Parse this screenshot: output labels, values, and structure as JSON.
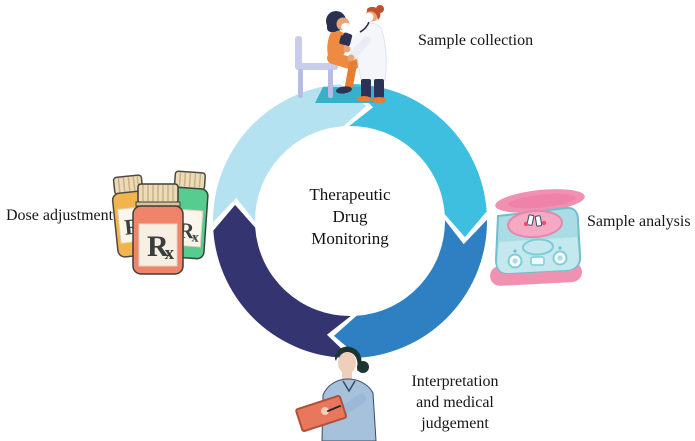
{
  "diagram": {
    "background_color": "#ffffff",
    "text_color": "#1b1b1b",
    "center_title": {
      "lines": [
        "Therapeutic",
        "Drug",
        "Monitoring"
      ]
    },
    "cycle": {
      "direction": "clockwise",
      "segments": [
        {
          "step": "sample-collection",
          "color": "#3ebfdf"
        },
        {
          "step": "sample-analysis",
          "color": "#2e80c2"
        },
        {
          "step": "interpretation-and-medical-judgement",
          "color": "#333470"
        },
        {
          "step": "dose-adjustment",
          "color": "#b4e2f1"
        }
      ]
    },
    "steps": [
      {
        "id": "sample-collection",
        "label": "Sample collection",
        "icon": "doctor-sampling-patient-illustration"
      },
      {
        "id": "sample-analysis",
        "label": "Sample analysis",
        "icon": "centrifuge-illustration"
      },
      {
        "id": "interpretation",
        "label_lines": [
          "Interpretation",
          "and medical",
          "judgement"
        ],
        "icon": "clinician-clipboard-illustration"
      },
      {
        "id": "dose-adjustment",
        "label": "Dose adjustment",
        "icon": "rx-pill-bottles-illustration"
      }
    ],
    "illustration_colors": {
      "patient_orange": "#ef8b40",
      "doctor_coat_white": "#f4f6fa",
      "navy_clothing": "#2b3356",
      "chair_lavender": "#c9ccec",
      "centrifuge_pink": "#f191b2",
      "centrifuge_teal": "#a9dce5",
      "bottle_yellow": "#f3b44e",
      "bottle_coral": "#f0846a",
      "bottle_green": "#57cc90",
      "cap_beige": "#ecdbb9",
      "scrubs_blue": "#a6c1dc",
      "clipboard_coral": "#e8775d"
    }
  }
}
